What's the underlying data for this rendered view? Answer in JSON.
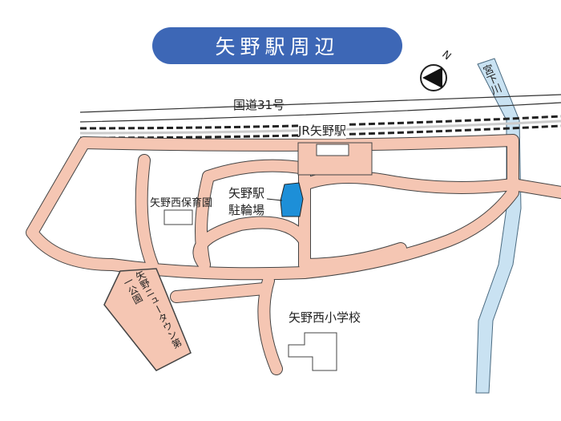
{
  "title": "矢野駅周辺",
  "labels": {
    "route": "国道31号",
    "station": "JR矢野駅",
    "nursery": "矢野西保育園",
    "bike_parking_line1": "矢野駅",
    "bike_parking_line2": "駐輪場",
    "elementary": "矢野西小学校",
    "park": "矢野ニュータウン第一公園",
    "river": "宮下川",
    "north": "N"
  },
  "icons": {
    "compass": "north-arrow-icon"
  },
  "colors": {
    "title_bg": "#3d67b6",
    "road": "#f5c6b3",
    "river": "#c9e2f2",
    "bike_parking": "#1d8fd8"
  }
}
